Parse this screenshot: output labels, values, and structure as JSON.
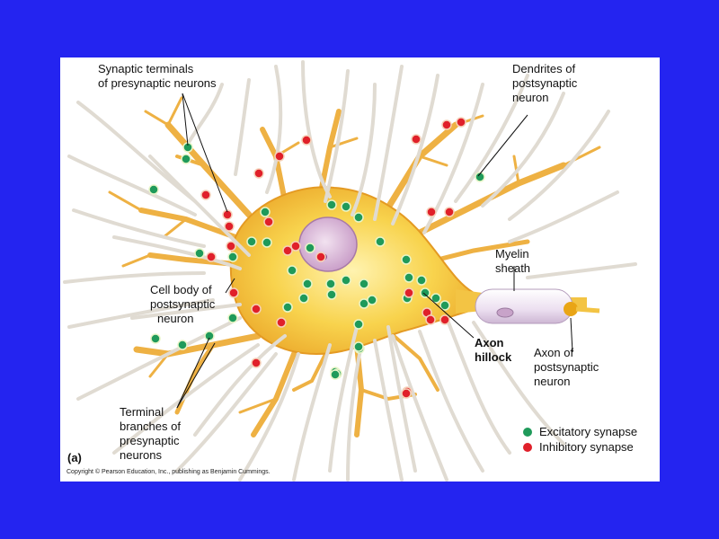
{
  "figure": {
    "panel_label": "(a)",
    "copyright": "Copyright © Pearson Education, Inc., publishing as Benjamin Cummings."
  },
  "labels": {
    "synaptic_terminals": [
      "Synaptic terminals",
      "of presynaptic neurons"
    ],
    "dendrites": [
      "Dendrites of",
      "postsynaptic",
      "neuron"
    ],
    "myelin_sheath": [
      "Myelin",
      "sheath"
    ],
    "cell_body": [
      "Cell body of",
      "postsynaptic",
      "neuron"
    ],
    "axon_hillock": [
      "Axon",
      "hillock"
    ],
    "axon": [
      "Axon of",
      "postsynaptic",
      "neuron"
    ],
    "terminal_branches": [
      "Terminal",
      "branches of",
      "presynaptic",
      "neurons"
    ]
  },
  "legend": [
    {
      "label": "Excitatory synapse",
      "color": "#1f9a5a"
    },
    {
      "label": "Inhibitory synapse",
      "color": "#e0202a"
    }
  ],
  "colors": {
    "background": "#2424f0",
    "cell_body": "#f5c23a",
    "dendrite": "#f1b845",
    "presynaptic_fiber": "#e8e3dc",
    "nucleus": "#d8b6d8",
    "myelin": "#ecdff0",
    "excitatory": "#1f9a5a",
    "inhibitory": "#e0202a"
  }
}
